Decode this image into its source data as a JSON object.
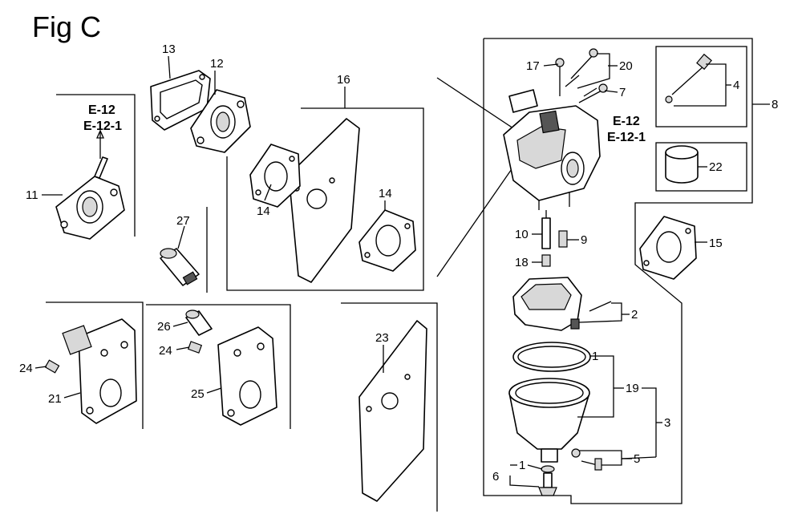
{
  "figure": {
    "title": "Fig C",
    "refs": {
      "left_top": "E-12",
      "left_bottom": "E-12-1",
      "right_top": "E-12",
      "right_bottom": "E-12-1"
    }
  },
  "callouts": {
    "p1a": "1",
    "p1b": "1",
    "p2": "2",
    "p3": "3",
    "p4": "4",
    "p5": "5",
    "p6": "6",
    "p7": "7",
    "p8": "8",
    "p9": "9",
    "p10": "10",
    "p11": "11",
    "p12": "12",
    "p13": "13",
    "p14a": "14",
    "p14b": "14",
    "p15": "15",
    "p16": "16",
    "p17": "17",
    "p18": "18",
    "p19": "19",
    "p20": "20",
    "p21": "21",
    "p22": "22",
    "p23": "23",
    "p24a": "24",
    "p24b": "24",
    "p25": "25",
    "p26": "26",
    "p27": "27"
  }
}
